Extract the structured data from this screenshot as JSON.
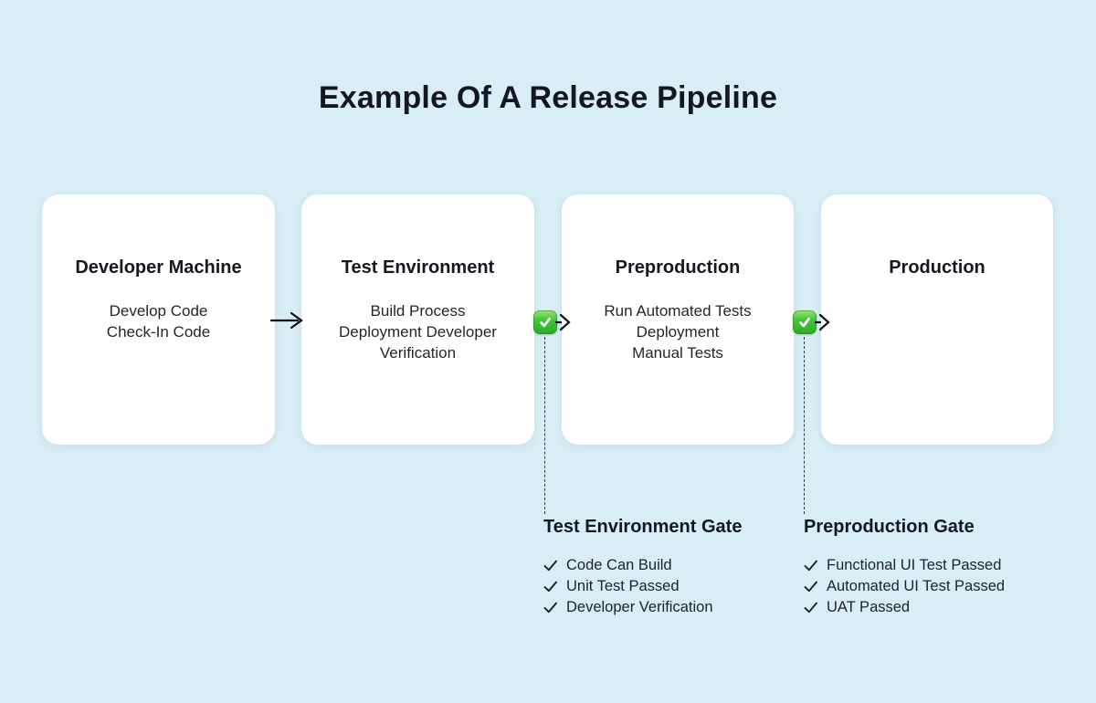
{
  "title": "Example Of A Release Pipeline",
  "colors": {
    "background": "#d8edf6",
    "card": "#ffffff",
    "text_heading": "#14171f",
    "text_body": "#22262e",
    "gate_pass_green": "#2bab22",
    "line_dark": "#0c0f13"
  },
  "icons": {
    "flow_arrow": "→",
    "gate_pass_badge": "✅",
    "list_check": "✓"
  },
  "stages": [
    {
      "title": "Developer Machine",
      "items": [
        "Develop Code",
        "Check-In Code"
      ]
    },
    {
      "title": "Test Environment",
      "items": [
        "Build Process",
        "Deployment Developer",
        "Verification"
      ]
    },
    {
      "title": "Preproduction",
      "items": [
        "Run Automated Tests",
        "Deployment",
        "Manual Tests"
      ]
    },
    {
      "title": "Production",
      "items": []
    }
  ],
  "connectors": [
    {
      "from": "Developer Machine",
      "to": "Test Environment",
      "type": "arrow"
    },
    {
      "from": "Test Environment",
      "to": "Preproduction",
      "type": "gate-passed-arrow"
    },
    {
      "from": "Preproduction",
      "to": "Production",
      "type": "gate-passed-arrow"
    }
  ],
  "gates": [
    {
      "title": "Test Environment Gate",
      "items": [
        "Code Can Build",
        "Unit Test Passed",
        "Developer Verification"
      ]
    },
    {
      "title": "Preproduction Gate",
      "items": [
        "Functional UI Test Passed",
        "Automated UI Test Passed",
        "UAT Passed"
      ]
    }
  ]
}
